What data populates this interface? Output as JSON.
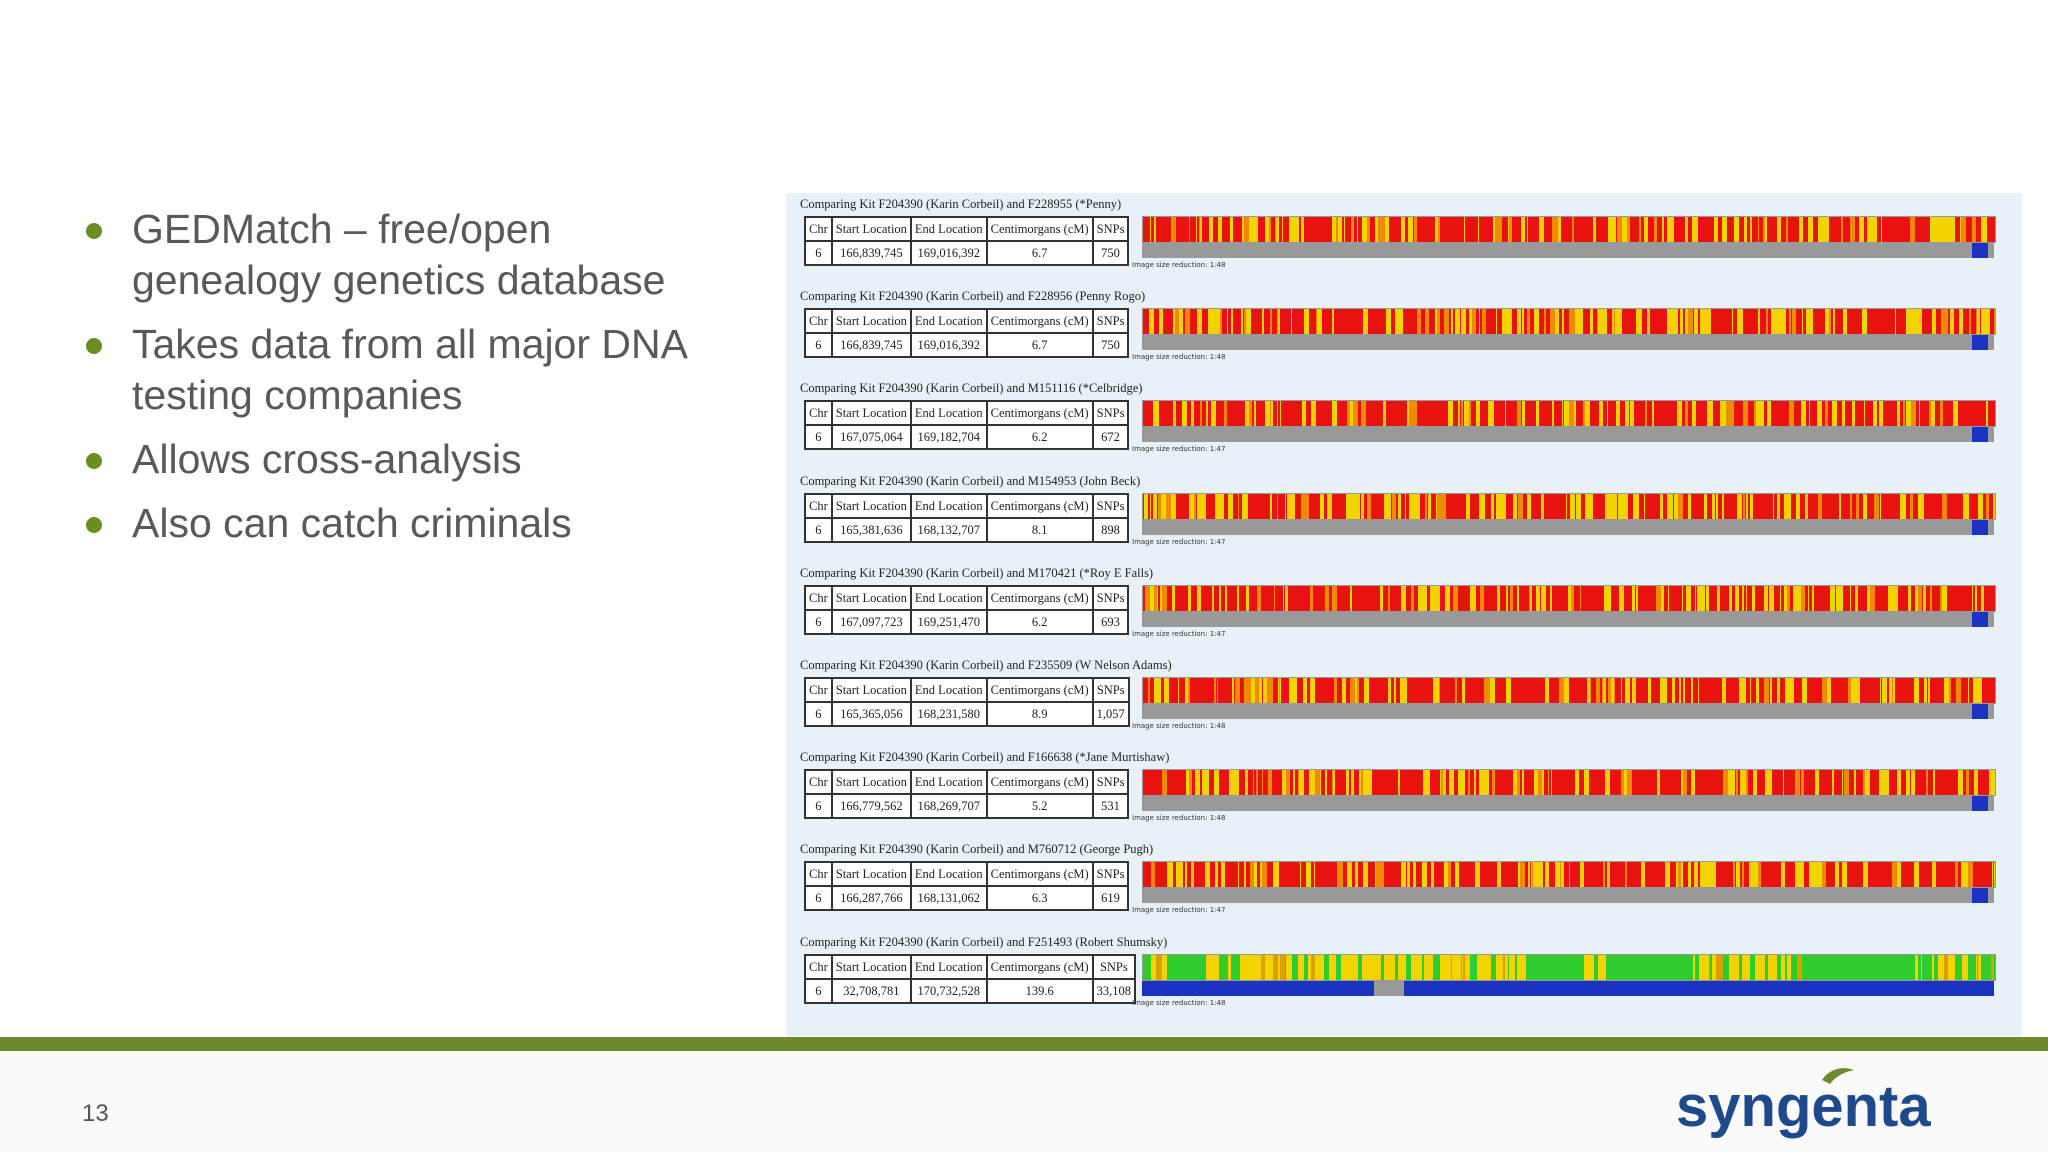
{
  "slide": {
    "page_number": "13",
    "bullets": [
      "GEDMatch – free/open genealogy genetics database",
      "Takes data from all major DNA testing companies",
      "Allows cross-analysis",
      "Also can catch criminals"
    ]
  },
  "comparison": {
    "columns": [
      "Chr",
      "Start Location",
      "End Location",
      "Centimorgans (cM)",
      "SNPs"
    ],
    "rows": [
      {
        "title": "Comparing Kit F204390 (Karin Corbeil) and F228955 (*Penny)",
        "chr": "6",
        "start": "166,839,745",
        "end": "169,016,392",
        "cm": "6.7",
        "snps": "750",
        "reduction": "Image size reduction: 1:48",
        "match": "partial"
      },
      {
        "title": "Comparing Kit F204390 (Karin Corbeil) and F228956 (Penny Rogo)",
        "chr": "6",
        "start": "166,839,745",
        "end": "169,016,392",
        "cm": "6.7",
        "snps": "750",
        "reduction": "Image size reduction: 1:48",
        "match": "partial"
      },
      {
        "title": "Comparing Kit F204390 (Karin Corbeil) and M151116 (*Celbridge)",
        "chr": "6",
        "start": "167,075,064",
        "end": "169,182,704",
        "cm": "6.2",
        "snps": "672",
        "reduction": "Image size reduction: 1:47",
        "match": "partial"
      },
      {
        "title": "Comparing Kit F204390 (Karin Corbeil) and M154953 (John Beck)",
        "chr": "6",
        "start": "165,381,636",
        "end": "168,132,707",
        "cm": "8.1",
        "snps": "898",
        "reduction": "Image size reduction: 1:47",
        "match": "partial"
      },
      {
        "title": "Comparing Kit F204390 (Karin Corbeil) and M170421 (*Roy E Falls)",
        "chr": "6",
        "start": "167,097,723",
        "end": "169,251,470",
        "cm": "6.2",
        "snps": "693",
        "reduction": "Image size reduction: 1:47",
        "match": "partial"
      },
      {
        "title": "Comparing Kit F204390 (Karin Corbeil) and F235509 (W Nelson Adams)",
        "chr": "6",
        "start": "165,365,056",
        "end": "168,231,580",
        "cm": "8.9",
        "snps": "1,057",
        "reduction": "Image size reduction: 1:48",
        "match": "partial"
      },
      {
        "title": "Comparing Kit F204390 (Karin Corbeil) and F166638 (*Jane Murtishaw)",
        "chr": "6",
        "start": "166,779,562",
        "end": "168,269,707",
        "cm": "5.2",
        "snps": "531",
        "reduction": "Image size reduction: 1:48",
        "match": "partial"
      },
      {
        "title": "Comparing Kit F204390 (Karin Corbeil) and M760712 (George Pugh)",
        "chr": "6",
        "start": "166,287,766",
        "end": "168,131,062",
        "cm": "6.3",
        "snps": "619",
        "reduction": "Image size reduction: 1:47",
        "match": "partial"
      },
      {
        "title": "Comparing Kit F204390 (Karin Corbeil) and F251493 (Robert Shumsky)",
        "chr": "6",
        "start": "32,708,781",
        "end": "170,732,528",
        "cm": "139.6",
        "snps": "33,108",
        "reduction": "Image size reduction: 1:48",
        "match": "full"
      }
    ]
  },
  "colors": {
    "bullet_dot": "#6b8e23",
    "full_mismatch": "#e8130f",
    "half_match": "#f3d400",
    "full_match": "#2ecc2e",
    "match_segment": "#1a33c2",
    "no_match": "#999999",
    "brand_blue": "#1e4a8c",
    "brand_green": "#6e8a2e"
  },
  "logo": {
    "text": "syngenta",
    "icon": "syngenta-leaf-icon"
  }
}
